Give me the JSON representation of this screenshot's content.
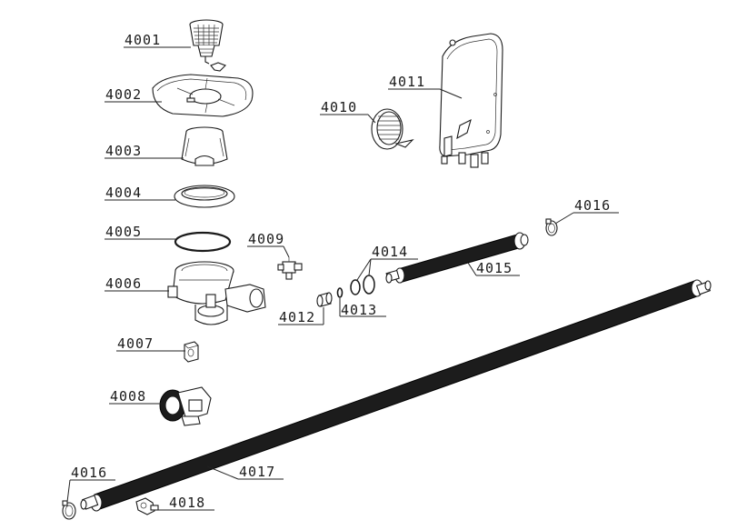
{
  "diagram": {
    "type": "exploded-parts-view",
    "parts": [
      {
        "id": "4001",
        "label": "4001"
      },
      {
        "id": "4002",
        "label": "4002"
      },
      {
        "id": "4003",
        "label": "4003"
      },
      {
        "id": "4004",
        "label": "4004"
      },
      {
        "id": "4005",
        "label": "4005"
      },
      {
        "id": "4006",
        "label": "4006"
      },
      {
        "id": "4007",
        "label": "4007"
      },
      {
        "id": "4008",
        "label": "4008"
      },
      {
        "id": "4009",
        "label": "4009"
      },
      {
        "id": "4010",
        "label": "4010"
      },
      {
        "id": "4011",
        "label": "4011"
      },
      {
        "id": "4012",
        "label": "4012"
      },
      {
        "id": "4013",
        "label": "4013"
      },
      {
        "id": "4014",
        "label": "4014"
      },
      {
        "id": "4015",
        "label": "4015"
      },
      {
        "id": "4016a",
        "label": "4016"
      },
      {
        "id": "4016b",
        "label": "4016"
      },
      {
        "id": "4017",
        "label": "4017"
      },
      {
        "id": "4018",
        "label": "4018"
      }
    ]
  }
}
